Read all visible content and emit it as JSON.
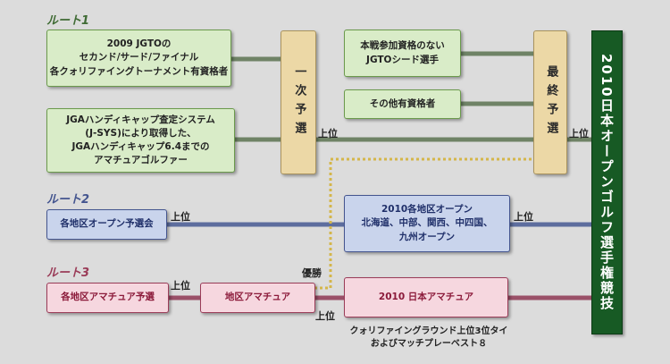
{
  "routes": {
    "route1": "ルート1",
    "route2": "ルート2",
    "route3": "ルート3"
  },
  "boxes": {
    "jgto_qualifiers": [
      "2009 JGTOの",
      "セカンド/サード/ファイナル",
      "各クォリファイングトーナメント有資格者"
    ],
    "jga_handicap": [
      "JGAハンディキャップ査定システム",
      "(J-SYS)により取得した、",
      "JGAハンディキャップ6.4までの",
      "アマチュアゴルファー"
    ],
    "first_qualifier": "一次予選",
    "non_seed": [
      "本戦参加資格のない",
      "JGTOシード選手"
    ],
    "other_qualified": "その他有資格者",
    "final_qualifier": "最終予選",
    "championship": "2010日本オープンゴルフ選手権競技",
    "regional_open_qualifier": "各地区オープン予選会",
    "regional_opens": [
      "2010各地区オープン",
      "北海道、中部、関西、中四国、",
      "九州オープン"
    ],
    "regional_amateur_qualifier": "各地区アマチュア予選",
    "regional_amateur": "地区アマチュア",
    "japan_amateur": "2010 日本アマチュア"
  },
  "labels": {
    "top_first_qualifier": "上位",
    "top_final_qualifier": "上位",
    "top_open_qualifier": "上位",
    "top_regional_opens": "上位",
    "top_amateur_qualifier": "上位",
    "top_regional_amateur": "上位",
    "winner": "優勝"
  },
  "note": [
    "クォリファイングラウンド上位3位タイ",
    "およびマッチプレーベスト８"
  ],
  "colors": {
    "background": "#dcdcdc",
    "route1": "#3f6b34",
    "route2": "#44558f",
    "route3": "#9a3c58",
    "championship": "#175a24",
    "qualifier": "#ecd8a6",
    "dotted_line": "#d4b64a"
  }
}
